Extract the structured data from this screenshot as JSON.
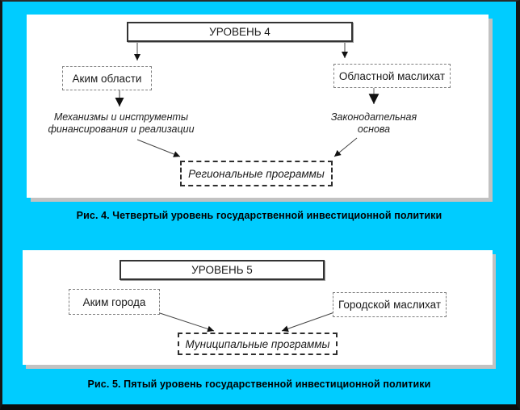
{
  "palette": {
    "background": "#00ccff",
    "panel": "#ffffff",
    "shadow": "#c2c2c2",
    "frame": "#161616",
    "line": "#555555",
    "arrowhead": "#111111"
  },
  "figure4": {
    "level_label": "УРОВЕНЬ 4",
    "left_box": "Аким области",
    "right_box": "Областной маслихат",
    "left_note": "Механизмы и инструменты финансирования и реализации",
    "right_note": "Законодательная основа",
    "result_box": "Региональные программы",
    "caption": "Рис. 4. Четвертый уровень государственной инвестиционной политики"
  },
  "figure5": {
    "level_label": "УРОВЕНЬ 5",
    "left_box": "Аким города",
    "right_box": "Городской маслихат",
    "result_box": "Муниципальные программы",
    "caption": "Рис. 5. Пятый уровень государственной инвестиционной политики"
  }
}
